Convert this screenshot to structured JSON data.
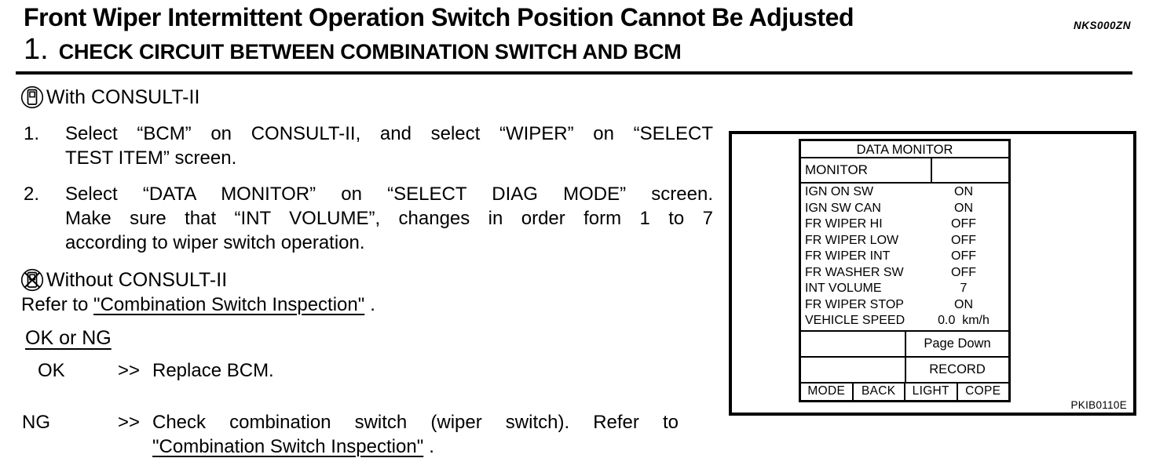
{
  "page": {
    "title": "Front Wiper Intermittent Operation Switch Position Cannot Be Adjusted",
    "doc_code": "NKS000ZN",
    "step_number": "1.",
    "step_heading": "CHECK CIRCUIT BETWEEN COMBINATION SWITCH AND BCM"
  },
  "with_consult": {
    "heading": "With CONSULT-II",
    "steps": [
      {
        "num": "1.",
        "lines": [
          "Select “BCM” on CONSULT-II, and select “WIPER” on “SELECT",
          "TEST ITEM” screen."
        ]
      },
      {
        "num": "2.",
        "lines": [
          "Select “DATA MONITOR” on “SELECT DIAG MODE” screen.",
          "Make sure that “INT VOLUME”, changes in order form 1 to 7",
          "according to wiper switch operation."
        ]
      }
    ]
  },
  "without_consult": {
    "heading": "Without CONSULT-II",
    "refer_prefix": "Refer to ",
    "refer_link": "\"Combination Switch Inspection\"",
    "refer_suffix": "."
  },
  "results": {
    "heading": "OK or NG",
    "arrow": ">>",
    "ok_label": "OK",
    "ok_action": "Replace BCM.",
    "ng_label": "NG",
    "ng_action_line1": "Check combination switch (wiper switch). Refer to",
    "ng_link": "\"Combination Switch Inspection\"",
    "ng_suffix": "."
  },
  "figure": {
    "code": "PKIB0110E",
    "screen": {
      "title": "DATA MONITOR",
      "monitor_label": "MONITOR",
      "rows": [
        {
          "label": "IGN ON SW",
          "value": "ON"
        },
        {
          "label": "IGN SW CAN",
          "value": "ON"
        },
        {
          "label": "FR WIPER HI",
          "value": "OFF"
        },
        {
          "label": "FR WIPER LOW",
          "value": "OFF"
        },
        {
          "label": "FR WIPER INT",
          "value": "OFF"
        },
        {
          "label": "FR WASHER SW",
          "value": "OFF"
        },
        {
          "label": "INT VOLUME",
          "value": "7"
        },
        {
          "label": "FR WIPER STOP",
          "value": "ON"
        },
        {
          "label": "VEHICLE SPEED",
          "value": "0.0  km/h"
        }
      ],
      "page_down": "Page Down",
      "record": "RECORD",
      "keys": [
        "MODE",
        "BACK",
        "LIGHT",
        "COPE"
      ]
    }
  }
}
